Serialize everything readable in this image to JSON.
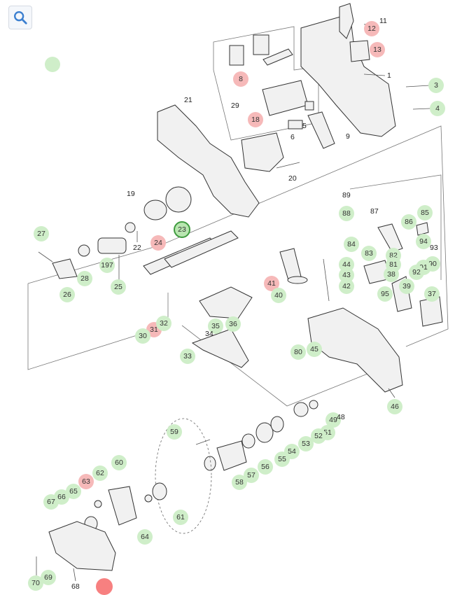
{
  "toolbar": {
    "search_icon": "search-icon"
  },
  "colors": {
    "callout_green": "#cfeec9",
    "callout_red": "#f6b9b9",
    "selected_border": "#3f9b3f",
    "marker_red": "#f78080"
  },
  "callouts": [
    {
      "label": "12",
      "style": "red"
    },
    {
      "label": "13",
      "style": "red"
    },
    {
      "label": "3",
      "style": "green"
    },
    {
      "label": "4",
      "style": "green"
    },
    {
      "label": "8",
      "style": "red"
    },
    {
      "label": "18",
      "style": "red"
    },
    {
      "label": "23",
      "style": "selected"
    },
    {
      "label": "24",
      "style": "red"
    },
    {
      "label": "27",
      "style": "green"
    },
    {
      "label": "197",
      "style": "green"
    },
    {
      "label": "28",
      "style": "green"
    },
    {
      "label": "25",
      "style": "green"
    },
    {
      "label": "26",
      "style": "green"
    },
    {
      "label": "88",
      "style": "green"
    },
    {
      "label": "85",
      "style": "green"
    },
    {
      "label": "86",
      "style": "green"
    },
    {
      "label": "84",
      "style": "green"
    },
    {
      "label": "94",
      "style": "green"
    },
    {
      "label": "83",
      "style": "green"
    },
    {
      "label": "82",
      "style": "green"
    },
    {
      "label": "44",
      "style": "green"
    },
    {
      "label": "81",
      "style": "green"
    },
    {
      "label": "90",
      "style": "green"
    },
    {
      "label": "43",
      "style": "green"
    },
    {
      "label": "38",
      "style": "green"
    },
    {
      "label": "91",
      "style": "green"
    },
    {
      "label": "92",
      "style": "green"
    },
    {
      "label": "42",
      "style": "green"
    },
    {
      "label": "39",
      "style": "green"
    },
    {
      "label": "41",
      "style": "red"
    },
    {
      "label": "40",
      "style": "green"
    },
    {
      "label": "95",
      "style": "green"
    },
    {
      "label": "37",
      "style": "green"
    },
    {
      "label": "31",
      "style": "red"
    },
    {
      "label": "32",
      "style": "green"
    },
    {
      "label": "35",
      "style": "green"
    },
    {
      "label": "36",
      "style": "green"
    },
    {
      "label": "30",
      "style": "green"
    },
    {
      "label": "33",
      "style": "green"
    },
    {
      "label": "80",
      "style": "green"
    },
    {
      "label": "45",
      "style": "green"
    },
    {
      "label": "46",
      "style": "green"
    },
    {
      "label": "49",
      "style": "green"
    },
    {
      "label": "51",
      "style": "green"
    },
    {
      "label": "52",
      "style": "green"
    },
    {
      "label": "53",
      "style": "green"
    },
    {
      "label": "59",
      "style": "green"
    },
    {
      "label": "54",
      "style": "green"
    },
    {
      "label": "55",
      "style": "green"
    },
    {
      "label": "56",
      "style": "green"
    },
    {
      "label": "60",
      "style": "green"
    },
    {
      "label": "57",
      "style": "green"
    },
    {
      "label": "58",
      "style": "green"
    },
    {
      "label": "62",
      "style": "green"
    },
    {
      "label": "63",
      "style": "red"
    },
    {
      "label": "65",
      "style": "green"
    },
    {
      "label": "66",
      "style": "green"
    },
    {
      "label": "67",
      "style": "green"
    },
    {
      "label": "61",
      "style": "green"
    },
    {
      "label": "64",
      "style": "green"
    },
    {
      "label": "69",
      "style": "green"
    },
    {
      "label": "70",
      "style": "green"
    }
  ],
  "plain_labels": [
    "11",
    "1",
    "21",
    "29",
    "5",
    "6",
    "9",
    "20",
    "19",
    "22",
    "89",
    "87",
    "93",
    "34",
    "48",
    "68"
  ]
}
